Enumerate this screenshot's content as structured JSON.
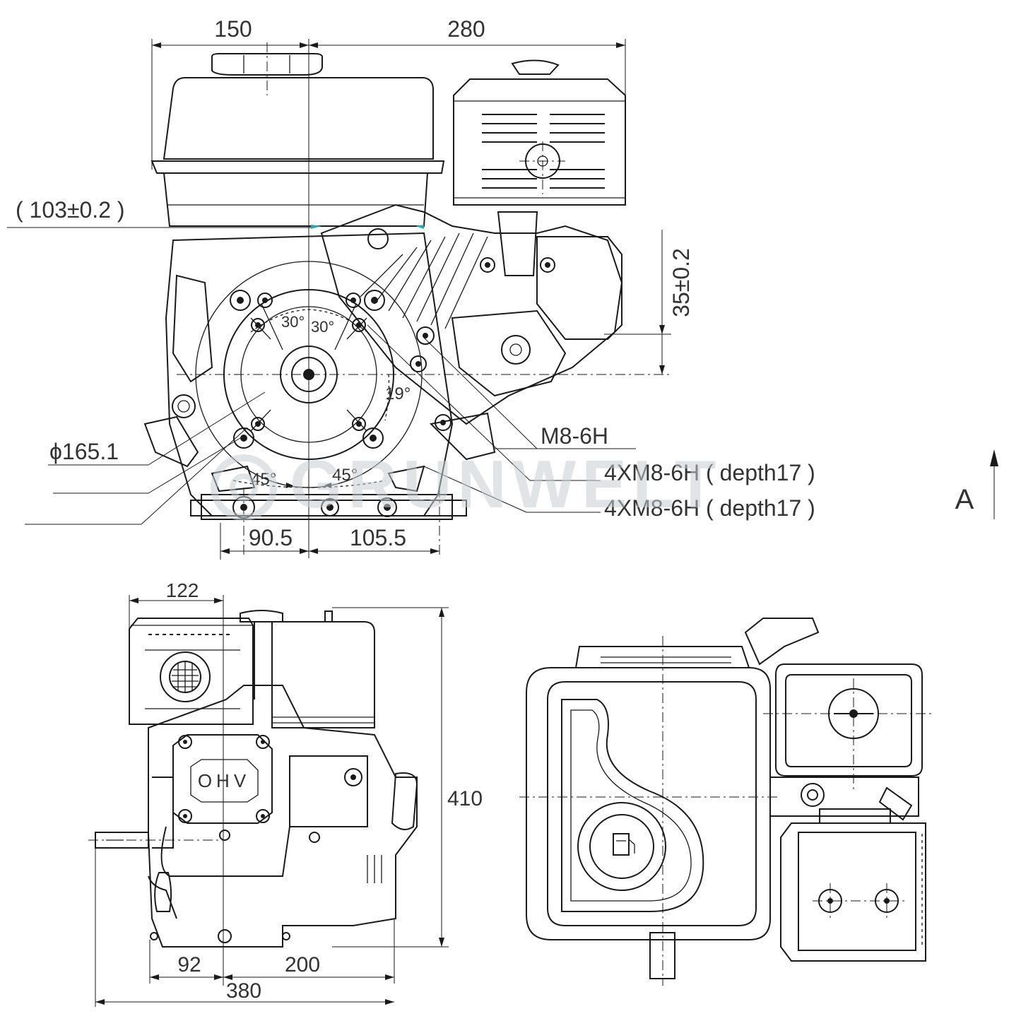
{
  "front_view": {
    "dim_top_left": "150",
    "dim_top_right": "280",
    "dim_tank_offset": "( 103±0.2 )",
    "dim_shaft_height": "35±0.2",
    "dim_pcd": "ϕ165.1",
    "angle_a": "30°",
    "angle_b": "30°",
    "angle_c": "19°",
    "angle_d": "45°",
    "angle_e": "45°",
    "thread_1": "M8-6H",
    "thread_2": "4XM8-6H ( depth17 )",
    "thread_3": "4XM8-6H ( depth17 )",
    "dim_base_left": "90.5",
    "dim_base_right": "105.5",
    "view_arrow_label": "A"
  },
  "side_view": {
    "dim_top": "122",
    "dim_height": "410",
    "dim_bottom_left": "92",
    "dim_bottom_right": "200",
    "dim_total": "380",
    "cover_label": "OHV"
  },
  "watermark": {
    "text": "GRUNWELT",
    "color": "#c9ced3"
  }
}
